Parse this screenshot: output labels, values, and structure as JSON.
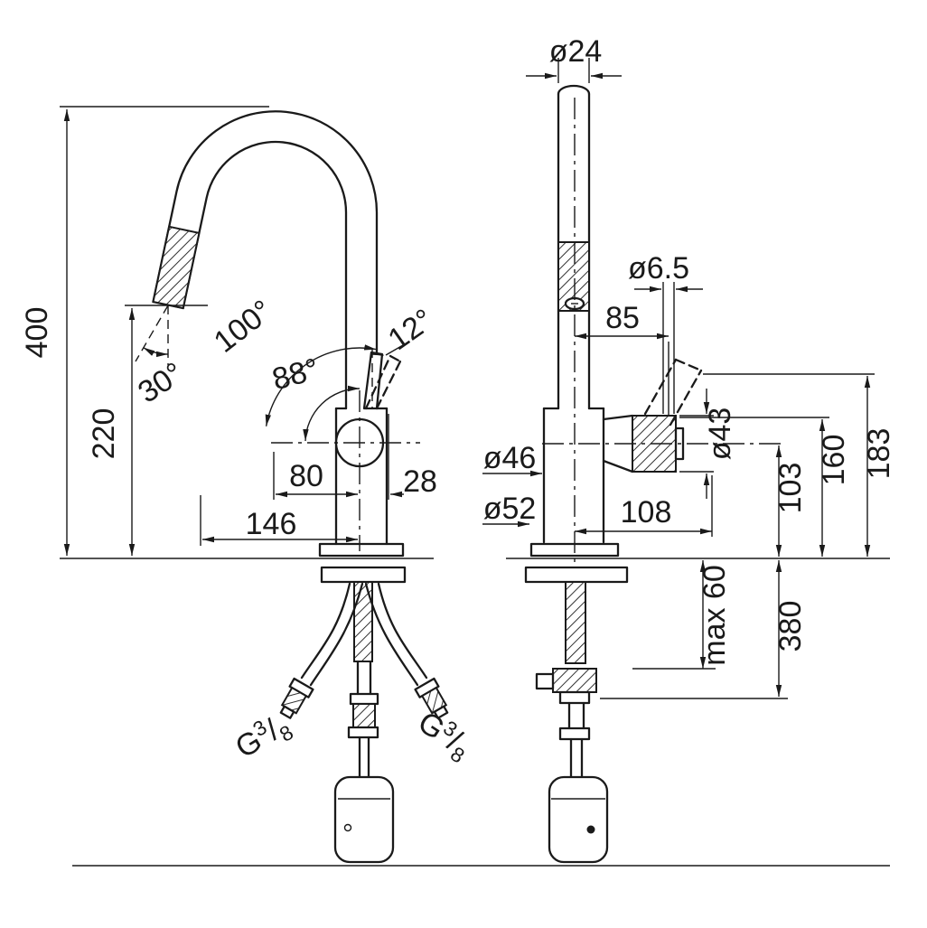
{
  "page": {
    "background_color": "#ffffff",
    "line_color": "#1a1a1a",
    "type": "faucet installation dimension drawing, two orthographic views"
  },
  "left_view": {
    "name": "side view",
    "dimensions": {
      "overall_height": "400",
      "spout_height": "220",
      "spray_angle": "30°",
      "handle_arc": "100°",
      "handle_open_angle": "88°",
      "handle_tilt": "12°",
      "offset_rear": "80",
      "offset_front": "28",
      "spout_reach": "146"
    },
    "connections": {
      "left_hose": {
        "prefix": "G",
        "sup": "3",
        "slash": "/",
        "sub": "8"
      },
      "right_hose": {
        "prefix": "G",
        "sup": "3",
        "slash": "/",
        "sub": "8"
      }
    }
  },
  "right_view": {
    "name": "front view",
    "dimensions": {
      "spout_diameter": "ø24",
      "screw_diameter": "ø6.5",
      "handle_offset": "85",
      "handle_diameter": "ø43",
      "body_diameter": "ø46",
      "base_diameter": "ø52",
      "handle_reach": "108",
      "handle_center_height": "103",
      "handle_top_height": "160",
      "lever_top_height": "183",
      "deck_thickness": "max 60",
      "hose_length": "380"
    }
  }
}
